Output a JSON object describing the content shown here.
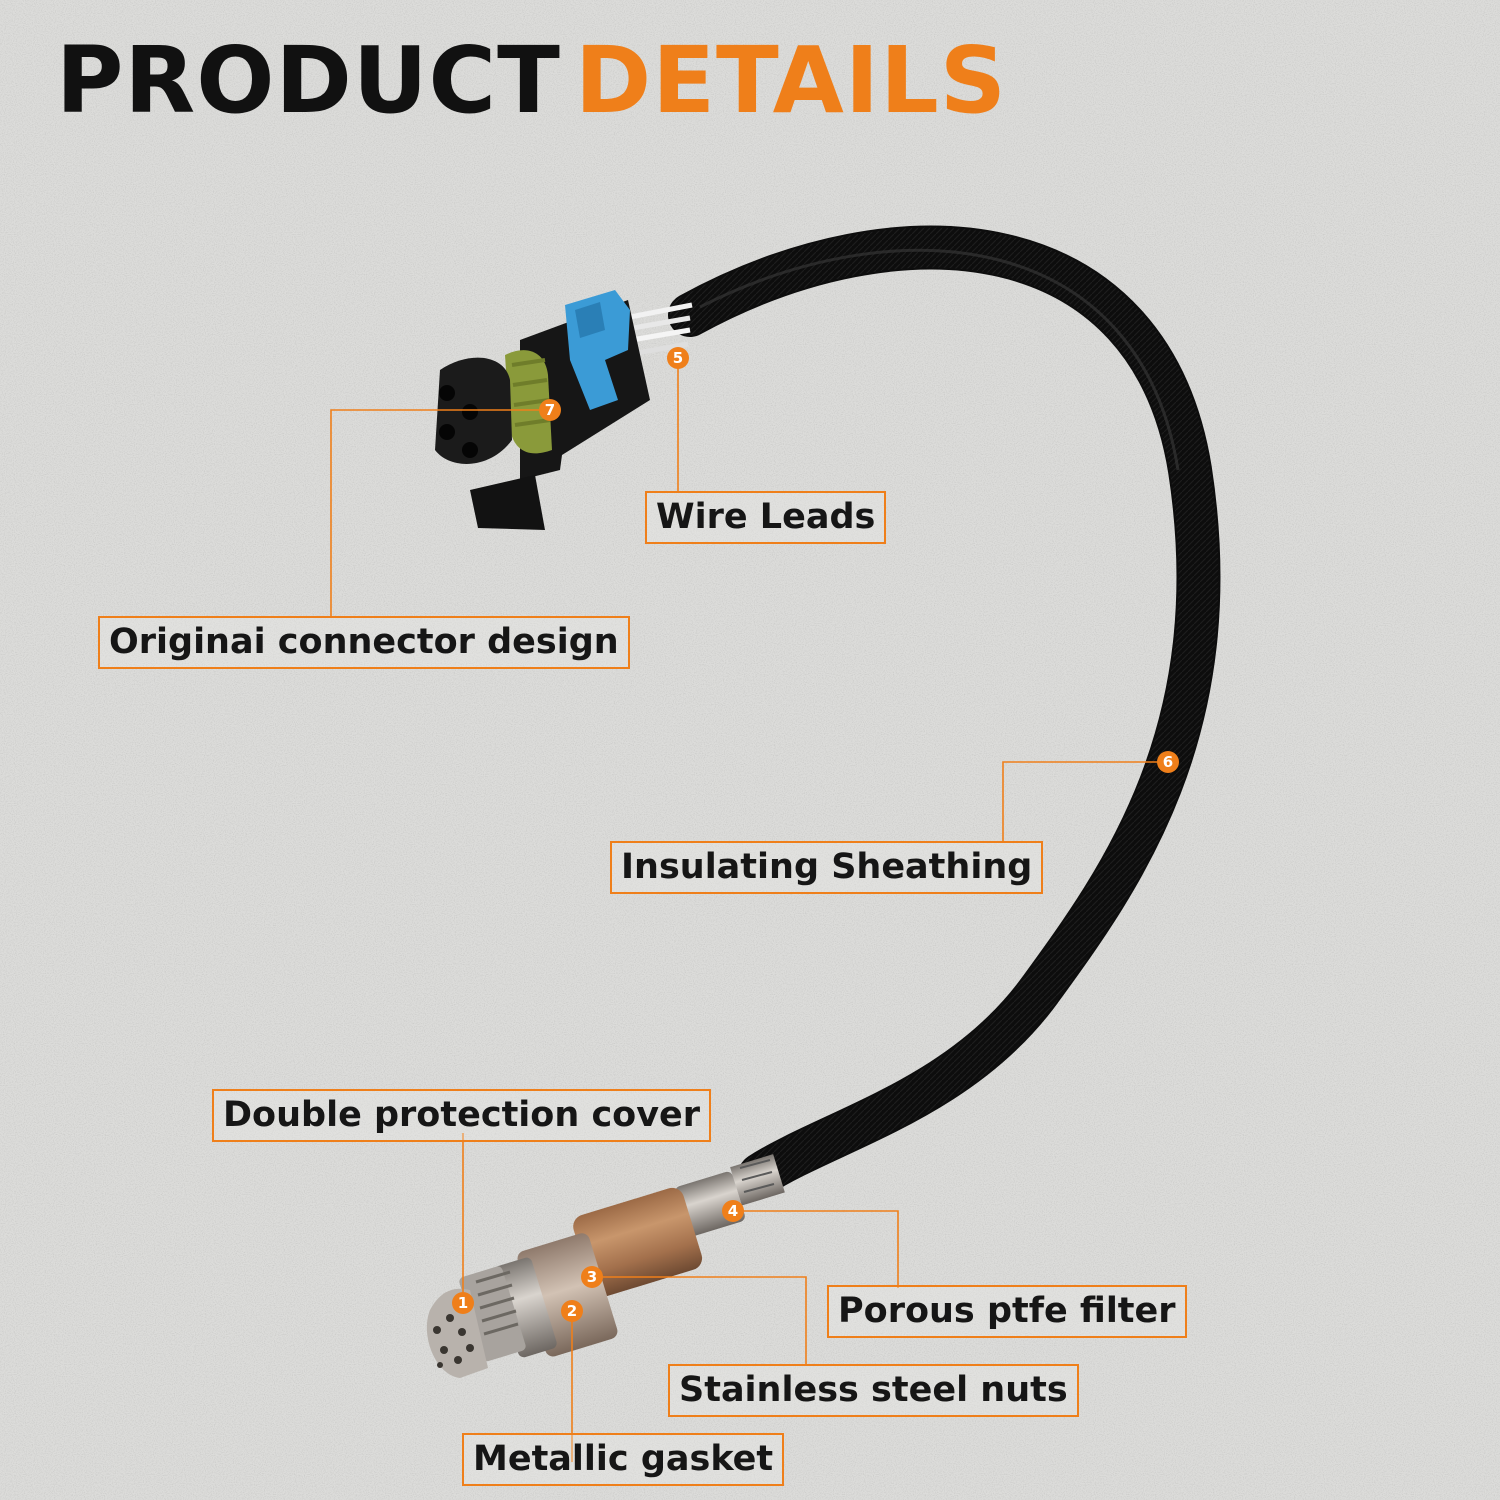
{
  "title": {
    "main": "PRODUCT",
    "accent": "DETAILS"
  },
  "colors": {
    "accent": "#ef7f1a",
    "background": "#dcdcda",
    "text": "#111111"
  },
  "callouts": [
    {
      "number": "1",
      "label": "Double protection cover"
    },
    {
      "number": "2",
      "label": "Metallic gasket"
    },
    {
      "number": "3",
      "label": "Stainless steel nuts"
    },
    {
      "number": "4",
      "label": "Porous ptfe filter"
    },
    {
      "number": "5",
      "label": "Wire Leads"
    },
    {
      "number": "6",
      "label": "Insulating Sheathing"
    },
    {
      "number": "7",
      "label": "Originai connector design"
    }
  ]
}
